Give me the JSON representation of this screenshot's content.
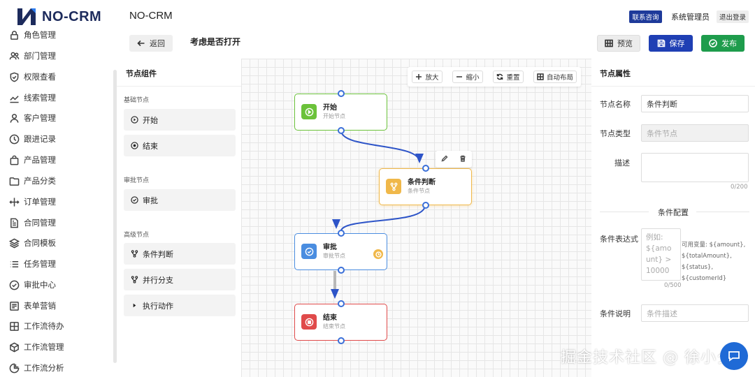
{
  "brand": {
    "name": "NO-CRM",
    "color": "#1d2b5c"
  },
  "header": {
    "app_title": "NO-CRM",
    "contact_label": "联系咨询",
    "user_name": "系统管理员",
    "logout_label": "退出登录"
  },
  "toolbar": {
    "back_label": "返回",
    "page_title": "考虑是否打开",
    "preview_label": "预览",
    "save_label": "保存",
    "publish_label": "发布"
  },
  "sidebar": {
    "items": [
      {
        "label": "角色管理",
        "icon": "lock-icon"
      },
      {
        "label": "部门管理",
        "icon": "users-icon"
      },
      {
        "label": "权限查看",
        "icon": "shield-icon"
      },
      {
        "label": "线索管理",
        "icon": "trend-icon"
      },
      {
        "label": "客户管理",
        "icon": "user-icon"
      },
      {
        "label": "跟进记录",
        "icon": "clock-icon"
      },
      {
        "label": "产品管理",
        "icon": "bag-icon"
      },
      {
        "label": "产品分类",
        "icon": "folder-icon"
      },
      {
        "label": "订单管理",
        "icon": "arrows-icon"
      },
      {
        "label": "合同管理",
        "icon": "contract-icon"
      },
      {
        "label": "合同模板",
        "icon": "layers-icon"
      },
      {
        "label": "任务管理",
        "icon": "list-icon"
      },
      {
        "label": "审批中心",
        "icon": "check-circle-icon"
      },
      {
        "label": "表单营销",
        "icon": "form-icon"
      },
      {
        "label": "工作流待办",
        "icon": "todo-icon"
      },
      {
        "label": "工作流管理",
        "icon": "cube-icon"
      },
      {
        "label": "工作流分析",
        "icon": "pie-icon"
      }
    ]
  },
  "palette": {
    "title": "节点组件",
    "groups": [
      {
        "label": "基础节点",
        "items": [
          {
            "label": "开始",
            "icon": "play-circle-icon"
          },
          {
            "label": "结束",
            "icon": "stop-circle-icon"
          }
        ]
      },
      {
        "label": "审批节点",
        "items": [
          {
            "label": "审批",
            "icon": "check-circle-icon"
          }
        ]
      },
      {
        "label": "高级节点",
        "items": [
          {
            "label": "条件判断",
            "icon": "branch-icon"
          },
          {
            "label": "并行分支",
            "icon": "branch-icon"
          },
          {
            "label": "执行动作",
            "icon": "caret-right-icon"
          }
        ]
      }
    ]
  },
  "canvas": {
    "tools": {
      "zoom_in": "放大",
      "zoom_out": "缩小",
      "reset": "重置",
      "auto_layout": "自动布局"
    },
    "nodes": [
      {
        "title": "开始",
        "subtitle": "开始节点",
        "color": "#6bc23a"
      },
      {
        "title": "条件判断",
        "subtitle": "条件节点",
        "color": "#f0b84a"
      },
      {
        "title": "审批",
        "subtitle": "审批节点",
        "color": "#4a8de0"
      },
      {
        "title": "结束",
        "subtitle": "结束节点",
        "color": "#e04a4a"
      }
    ],
    "link_color": "#2d54c8"
  },
  "properties": {
    "title": "节点属性",
    "name_label": "节点名称",
    "name_value": "条件判断",
    "type_label": "节点类型",
    "type_value": "条件节点",
    "desc_label": "描述",
    "desc_counter": "0/200",
    "section_title": "条件配置",
    "expr_label": "条件表达式",
    "expr_placeholder": "例如: ${amount} > 10000",
    "expr_counter": "0/500",
    "vars_hint": "可用变量: ${amount}, ${totalAmount}, ${status}, ${customerId}",
    "cond_desc_label": "条件说明",
    "cond_desc_placeholder": "条件描述"
  },
  "watermark": "掘金技术社区 @ 徐小夕"
}
